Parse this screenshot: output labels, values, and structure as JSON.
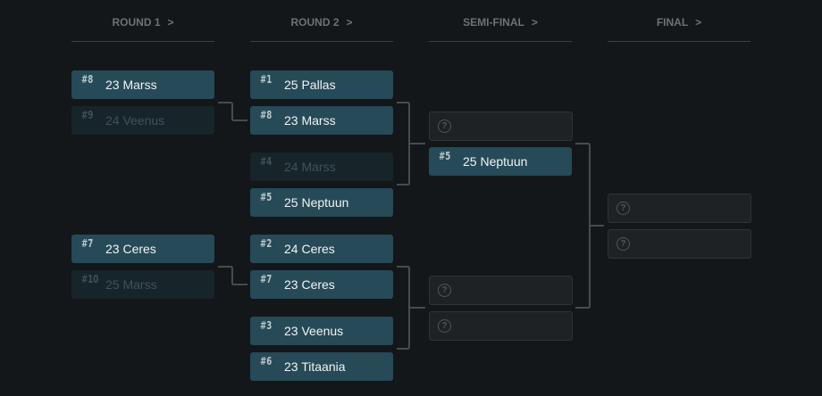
{
  "headers": [
    {
      "label": "ROUND 1",
      "arrow": ">"
    },
    {
      "label": "ROUND 2",
      "arrow": ">"
    },
    {
      "label": "SEMI-FINAL",
      "arrow": ">"
    },
    {
      "label": "FINAL",
      "arrow": ">"
    }
  ],
  "round1": [
    {
      "seed": "#8",
      "name": "23 Marss",
      "lost": false
    },
    {
      "seed": "#9",
      "name": "24 Veenus",
      "lost": true
    },
    {
      "seed": "#7",
      "name": "23 Ceres",
      "lost": false
    },
    {
      "seed": "#10",
      "name": "25 Marss",
      "lost": true
    }
  ],
  "round2": [
    {
      "seed": "#1",
      "name": "25 Pallas",
      "lost": false
    },
    {
      "seed": "#8",
      "name": "23 Marss",
      "lost": false
    },
    {
      "seed": "#4",
      "name": "24 Marss",
      "lost": true
    },
    {
      "seed": "#5",
      "name": "25 Neptuun",
      "lost": false
    },
    {
      "seed": "#2",
      "name": "24 Ceres",
      "lost": false
    },
    {
      "seed": "#7",
      "name": "23 Ceres",
      "lost": false
    },
    {
      "seed": "#3",
      "name": "23 Veenus",
      "lost": false
    },
    {
      "seed": "#6",
      "name": "23 Titaania",
      "lost": false
    }
  ],
  "semi": {
    "seed": "#5",
    "name": "25 Neptuun"
  },
  "tbd_icon": "?"
}
